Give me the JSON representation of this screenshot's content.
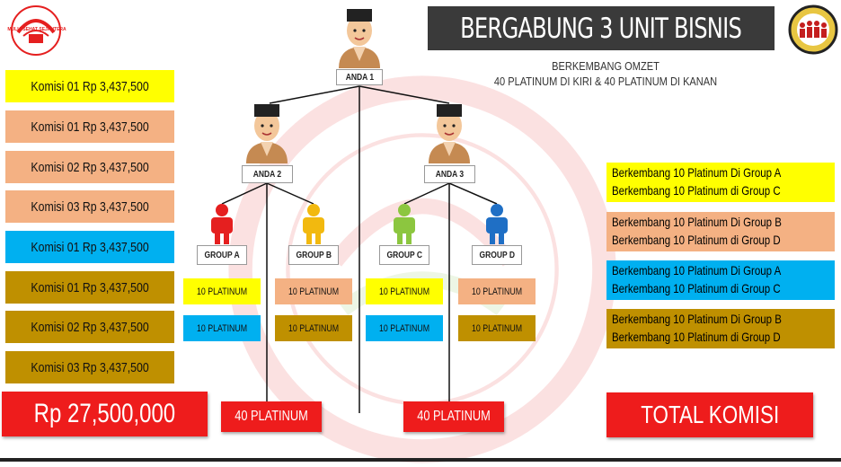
{
  "header": {
    "title": "BERGABUNG 3 UNIT BISNIS",
    "subtitle_line1": "BERKEMBANG OMZET",
    "subtitle_line2": "40 PLATINUM DI KIRI & 40 PLATINUM DI KANAN",
    "logo_left_text": "MULIA SEHAT SEJAHTERA"
  },
  "left_commissions": [
    {
      "label": "Komisi 01 Rp 3,437,500",
      "color": "#ffff00"
    },
    {
      "label": "Komisi 01 Rp 3,437,500",
      "color": "#f4b183"
    },
    {
      "label": "Komisi 02 Rp 3,437,500",
      "color": "#f4b183"
    },
    {
      "label": "Komisi 03 Rp 3,437,500",
      "color": "#f4b183"
    },
    {
      "label": "Komisi 01 Rp 3,437,500",
      "color": "#00b0f0"
    },
    {
      "label": "Komisi 01 Rp 3,437,500",
      "color": "#bf9000"
    },
    {
      "label": "Komisi 02 Rp 3,437,500",
      "color": "#bf9000"
    },
    {
      "label": "Komisi 03 Rp 3,437,500",
      "color": "#bf9000"
    }
  ],
  "total_amount": "Rp 27,500,000",
  "total_label": "TOTAL KOMISI",
  "tree": {
    "root": "ANDA 1",
    "left": "ANDA 2",
    "right": "ANDA 3",
    "groups": [
      {
        "label": "GROUP A",
        "person_color": "#e51f1f",
        "plat1": "10 PLATINUM",
        "plat1_color": "#ffff00",
        "plat2": "10 PLATINUM",
        "plat2_color": "#00b0f0"
      },
      {
        "label": "GROUP B",
        "person_color": "#f2b90f",
        "plat1": "10 PLATINUM",
        "plat1_color": "#f4b183",
        "plat2": "10 PLATINUM",
        "plat2_color": "#bf9000"
      },
      {
        "label": "GROUP C",
        "person_color": "#8cc63f",
        "plat1": "10 PLATINUM",
        "plat1_color": "#ffff00",
        "plat2": "10 PLATINUM",
        "plat2_color": "#00b0f0"
      },
      {
        "label": "GROUP D",
        "person_color": "#1f6fc5",
        "plat1": "10 PLATINUM",
        "plat1_color": "#f4b183",
        "plat2": "10 PLATINUM",
        "plat2_color": "#bf9000"
      }
    ],
    "bottom_left": "40 PLATINUM",
    "bottom_right": "40 PLATINUM"
  },
  "right_growth": [
    {
      "line1": "Berkembang 10 Platinum Di Group A",
      "line2": "Berkembang 10 Platinum di Group C",
      "color": "#ffff00"
    },
    {
      "line1": "Berkembang 10 Platinum Di Group B",
      "line2": "Berkembang 10 Platinum di Group D",
      "color": "#f4b183"
    },
    {
      "line1": "Berkembang 10 Platinum Di Group A",
      "line2": "Berkembang 10 Platinum di Group C",
      "color": "#00b0f0"
    },
    {
      "line1": "Berkembang 10 Platinum Di Group B",
      "line2": "Berkembang 10 Platinum di Group D",
      "color": "#bf9000"
    }
  ]
}
